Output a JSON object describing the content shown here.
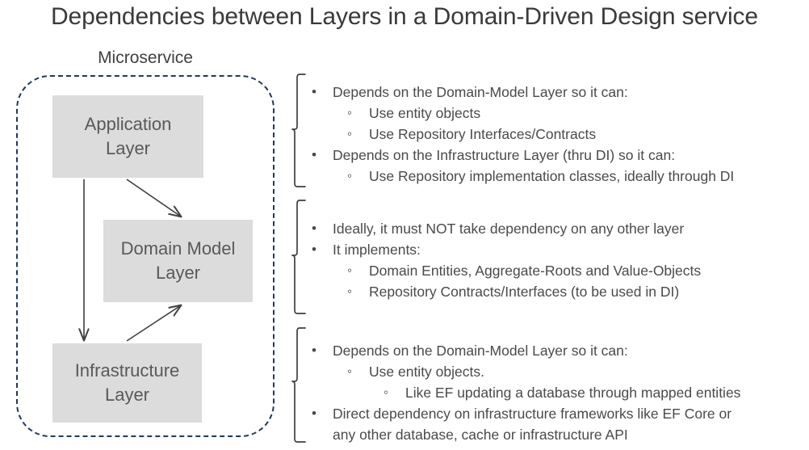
{
  "title": "Dependencies between Layers in a Domain-Driven Design service",
  "colors": {
    "boundary_dashed": "#1F3864",
    "box_fill": "#DCDCDC",
    "box_text": "#595959",
    "body_text": "#4A4A4A",
    "brace_stroke": "#3F3F3F",
    "arrow_stroke": "#404040",
    "background": "#FFFFFF"
  },
  "microservice": {
    "label": "Microservice",
    "layers": [
      {
        "id": "application",
        "label": "Application Layer",
        "line1": "Application",
        "line2": "Layer"
      },
      {
        "id": "domain-model",
        "label": "Domain Model Layer",
        "line1": "Domain Model",
        "line2": "Layer"
      },
      {
        "id": "infrastructure",
        "label": "Infrastructure Layer",
        "line1": "Infrastructure",
        "line2": "Layer"
      }
    ],
    "arrows": [
      {
        "from": "application",
        "to": "domain-model",
        "style": "diagonal-down-right"
      },
      {
        "from": "application",
        "to": "infrastructure",
        "style": "vertical-down"
      },
      {
        "from": "infrastructure",
        "to": "domain-model",
        "style": "diagonal-up-right"
      }
    ]
  },
  "details": {
    "application": {
      "brace_name": "brace-application",
      "lines": [
        {
          "level": 1,
          "text": "Depends on the Domain-Model Layer so it can:"
        },
        {
          "level": 2,
          "text": "Use entity objects"
        },
        {
          "level": 2,
          "text": "Use Repository Interfaces/Contracts"
        },
        {
          "level": 1,
          "text": "Depends on the Infrastructure Layer (thru DI) so it can:"
        },
        {
          "level": 2,
          "text": "Use Repository implementation classes, ideally through DI"
        }
      ]
    },
    "domain": {
      "brace_name": "brace-domain-model",
      "lines": [
        {
          "level": 1,
          "text": "Ideally, it must NOT take dependency on any other layer"
        },
        {
          "level": 1,
          "text": "It implements:"
        },
        {
          "level": 2,
          "text": "Domain Entities, Aggregate-Roots and Value-Objects"
        },
        {
          "level": 2,
          "text": "Repository Contracts/Interfaces (to be used in DI)"
        }
      ]
    },
    "infrastructure": {
      "brace_name": "brace-infrastructure",
      "lines": [
        {
          "level": 1,
          "text": "Depends on the Domain-Model Layer so it can:"
        },
        {
          "level": 2,
          "text": "Use entity objects."
        },
        {
          "level": 3,
          "text": "Like EF updating a database through mapped entities"
        },
        {
          "level": 1,
          "text": "Direct dependency on infrastructure frameworks like EF Core or"
        },
        {
          "level": 0,
          "text": "any other database, cache or infrastructure API"
        }
      ]
    }
  }
}
